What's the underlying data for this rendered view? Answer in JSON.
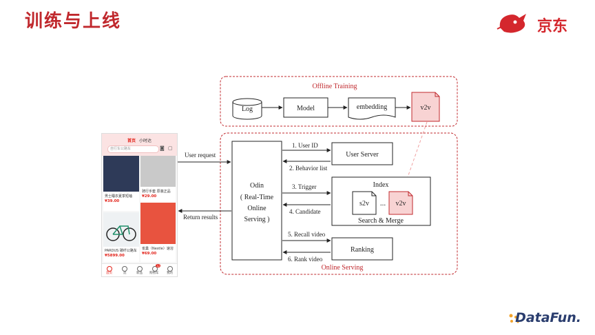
{
  "header": {
    "title": "训练与上线",
    "brand_logo_text": "京东"
  },
  "footer": {
    "brand": "DataFun."
  },
  "offline": {
    "title": "Offline Training",
    "nodes": {
      "log": "Log",
      "model": "Model",
      "embedding": "embedding",
      "v2v": "v2v"
    }
  },
  "online": {
    "title": "Online Serving",
    "odin": [
      "Odin",
      "( Real-Time",
      "Online",
      "Serving )"
    ],
    "user_server": "User Server",
    "index_title": "Index",
    "s2v": "s2v",
    "ellipsis": "...",
    "v2v": "v2v",
    "search_merge": "Search & Merge",
    "ranking": "Ranking",
    "steps": {
      "s1": "1. User ID",
      "s2": "2. Behavior list",
      "s3": "3. Trigger",
      "s4": "4. Candidate",
      "s5": "5. Recall video",
      "s6": "6. Rank video"
    }
  },
  "flow": {
    "user_request": "User request",
    "return_results": "Return results"
  },
  "phone": {
    "tabs": [
      "首页",
      "小时达"
    ],
    "search_placeholder": "自行车公路车",
    "items": [
      {
        "title": "男士睡衣夏季短袖",
        "price": "¥39.00"
      },
      {
        "title": "骑行手套 原装正品",
        "price": "¥29.00"
      },
      {
        "title": "PARDUS 碳纤公路车",
        "price": "¥5899.00"
      },
      {
        "title": "雀巢（Nestle）速溶",
        "price": "¥69.00"
      }
    ],
    "nav": [
      "首页",
      "逛",
      "新品",
      "购物车",
      "我的"
    ],
    "cart_badge": "12"
  },
  "colors": {
    "accent_red": "#c0282d",
    "dashed_border": "#c0282d",
    "v2v_fill": "#f8d3d3"
  }
}
